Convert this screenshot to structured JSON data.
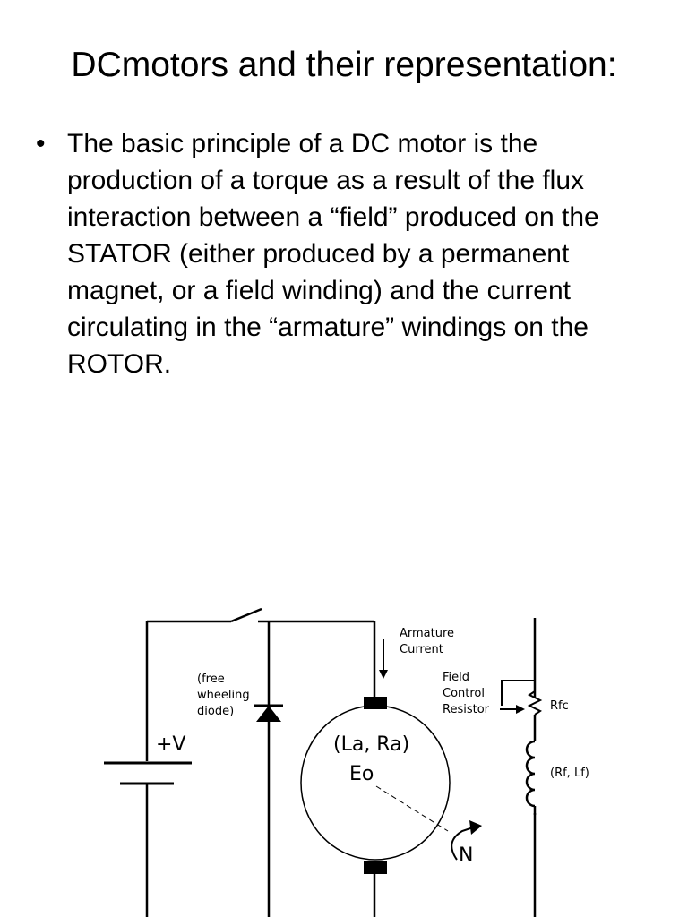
{
  "slide": {
    "title": "DCmotors and their representation:",
    "bullets": [
      {
        "marker": "•",
        "text": "The basic principle of a DC motor is the production of a torque as a result of the flux interaction between a “field” produced on the STATOR (either produced by a permanent magnet, or a field winding) and the current circulating in the “armature” windings on the ROTOR."
      }
    ]
  },
  "circuit": {
    "voltage_label": "+V",
    "diode_label": [
      "(free",
      "wheeling",
      "diode)"
    ],
    "armature_label": [
      "Armature",
      "Current"
    ],
    "motor_params": "(La, Ra)",
    "motor_emf": "Eo",
    "speed_label": "N",
    "field_resistor_label": [
      "Field",
      "Control",
      "Resistor"
    ],
    "rfc_label": "Rfc",
    "field_winding_label": "(Rf, Lf)"
  }
}
